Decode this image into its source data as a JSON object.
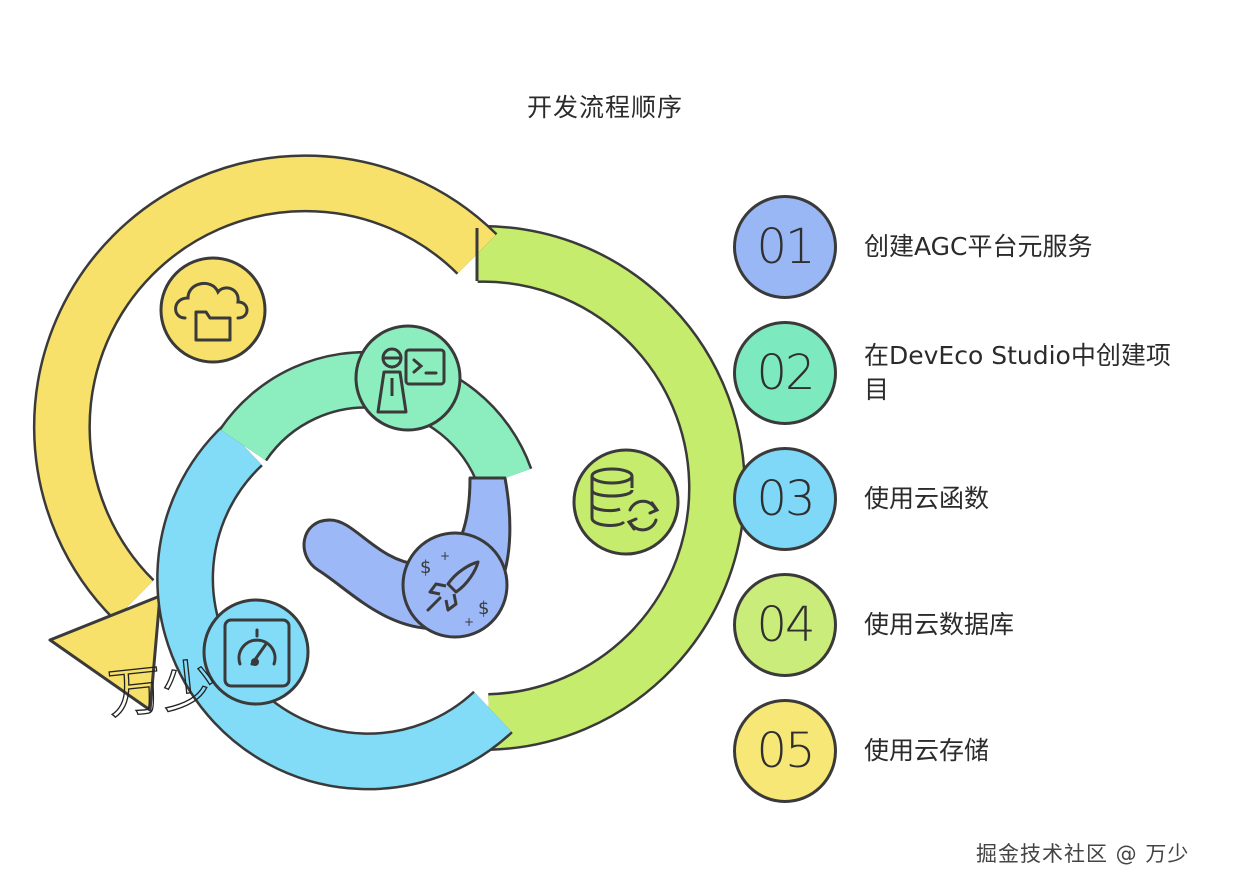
{
  "title": "开发流程顺序",
  "steps": [
    {
      "number": "01",
      "label": "创建AGC平台元服务",
      "color": "#9ab7f5"
    },
    {
      "number": "02",
      "label": "在DevEco Studio中创建项目",
      "color": "#7de9be"
    },
    {
      "number": "03",
      "label": "使用云函数",
      "color": "#7fd8f8"
    },
    {
      "number": "04",
      "label": "使用云数据库",
      "color": "#c9ec7a"
    },
    {
      "number": "05",
      "label": "使用云存储",
      "color": "#f6e777"
    }
  ],
  "ring_colors": {
    "outer_yellow": "#f7e16a",
    "outer_green": "#c5ec6d",
    "inner_green": "#8ceebe",
    "inner_blue": "#82dcf8",
    "center_blue": "#9db8f7",
    "stroke": "#3a3a3a"
  },
  "icons": {
    "outer_top": "cloud-folder-icon",
    "outer_right": "database-sync-icon",
    "inner_top": "developer-terminal-icon",
    "inner_bottom": "gauge-icon",
    "center": "rocket-money-icon"
  },
  "overlay_signature": "万少",
  "watermark": "掘金技术社区 @ 万少"
}
